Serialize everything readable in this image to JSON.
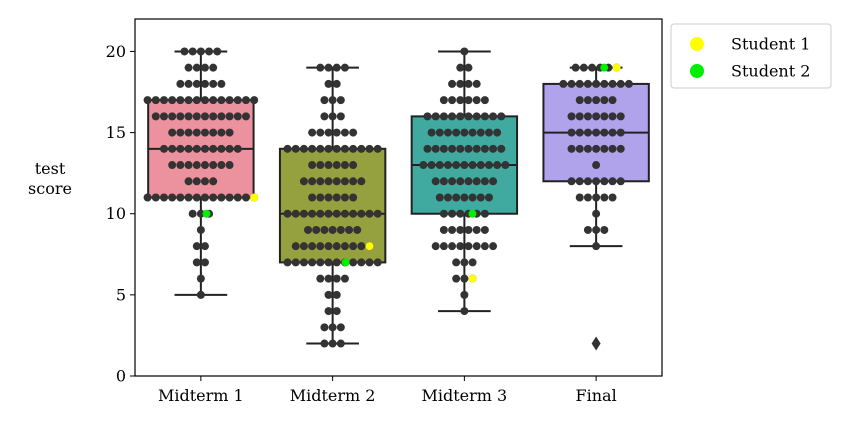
{
  "chart_data": {
    "type": "box",
    "title": "",
    "xlabel": "",
    "ylabel": "test score",
    "ylim": [
      0,
      22
    ],
    "yticks": [
      0,
      5,
      10,
      15,
      20
    ],
    "categories": [
      "Midterm 1",
      "Midterm 2",
      "Midterm 3",
      "Final"
    ],
    "boxes": [
      {
        "category": "Midterm 1",
        "color": "#ec919e",
        "whisker_low": 5,
        "q1": 11,
        "median": 14,
        "q3": 17,
        "whisker_high": 20,
        "outliers": []
      },
      {
        "category": "Midterm 2",
        "color": "#95a13f",
        "whisker_low": 2,
        "q1": 7,
        "median": 10,
        "q3": 14,
        "whisker_high": 19,
        "outliers": []
      },
      {
        "category": "Midterm 3",
        "color": "#40aaa1",
        "whisker_low": 4,
        "q1": 10,
        "median": 13,
        "q3": 16,
        "whisker_high": 20,
        "outliers": []
      },
      {
        "category": "Final",
        "color": "#b0a2eb",
        "whisker_low": 8,
        "q1": 12,
        "median": 15,
        "q3": 18,
        "whisker_high": 19,
        "outliers": [
          2
        ]
      }
    ],
    "swarm_points": {
      "Midterm 1": {
        "5": 1,
        "6": 1,
        "7": 2,
        "8": 2,
        "9": 1,
        "10": 3,
        "11": 14,
        "12": 4,
        "13": 8,
        "14": 10,
        "15": 8,
        "16": 12,
        "17": 14,
        "18": 6,
        "19": 4,
        "20": 5
      },
      "Midterm 2": {
        "2": 3,
        "3": 3,
        "4": 2,
        "5": 2,
        "6": 4,
        "7": 12,
        "8": 10,
        "9": 7,
        "10": 12,
        "11": 6,
        "12": 8,
        "13": 6,
        "14": 12,
        "15": 6,
        "16": 3,
        "17": 3,
        "18": 2,
        "19": 4
      },
      "Midterm 3": {
        "4": 1,
        "5": 1,
        "6": 3,
        "7": 3,
        "8": 8,
        "9": 6,
        "10": 6,
        "11": 7,
        "12": 8,
        "13": 11,
        "14": 10,
        "15": 9,
        "16": 10,
        "17": 6,
        "18": 4,
        "19": 2,
        "20": 1
      },
      "Final": {
        "8": 1,
        "9": 3,
        "10": 1,
        "11": 5,
        "12": 7,
        "13": 1,
        "14": 7,
        "15": 7,
        "16": 7,
        "17": 5,
        "18": 9,
        "19": 6
      }
    },
    "series": [
      {
        "name": "Student 1",
        "color": "#ffff00",
        "points": [
          {
            "category": "Midterm 1",
            "value": 11
          },
          {
            "category": "Midterm 2",
            "value": 8
          },
          {
            "category": "Midterm 3",
            "value": 6
          },
          {
            "category": "Final",
            "value": 19
          }
        ]
      },
      {
        "name": "Student 2",
        "color": "#00ee00",
        "points": [
          {
            "category": "Midterm 1",
            "value": 10
          },
          {
            "category": "Midterm 2",
            "value": 7
          },
          {
            "category": "Midterm 3",
            "value": 10
          },
          {
            "category": "Final",
            "value": 19
          }
        ]
      }
    ],
    "legend": {
      "position": "outside-top-right",
      "entries": [
        "Student 1",
        "Student 2"
      ]
    },
    "grid": false
  }
}
